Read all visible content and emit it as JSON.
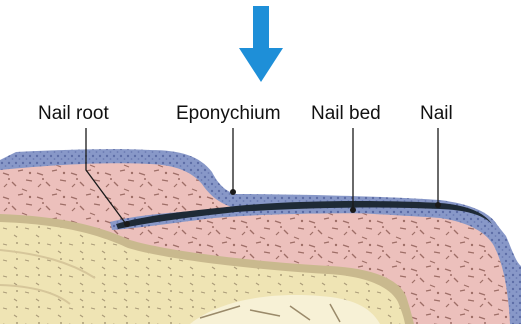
{
  "diagram": {
    "labels": {
      "nail_root": "Nail root",
      "eponychium": "Eponychium",
      "nail_bed": "Nail bed",
      "nail": "Nail"
    },
    "indicator": {
      "icon": "arrow-down-icon",
      "color": "#1e8fd8"
    },
    "colors": {
      "dermis": "#ecc0bc",
      "epidermis": "#8898c8",
      "bone": "#efe4b4",
      "nail_plate": "#1e2a36",
      "leader": "#1a1a1a"
    }
  }
}
